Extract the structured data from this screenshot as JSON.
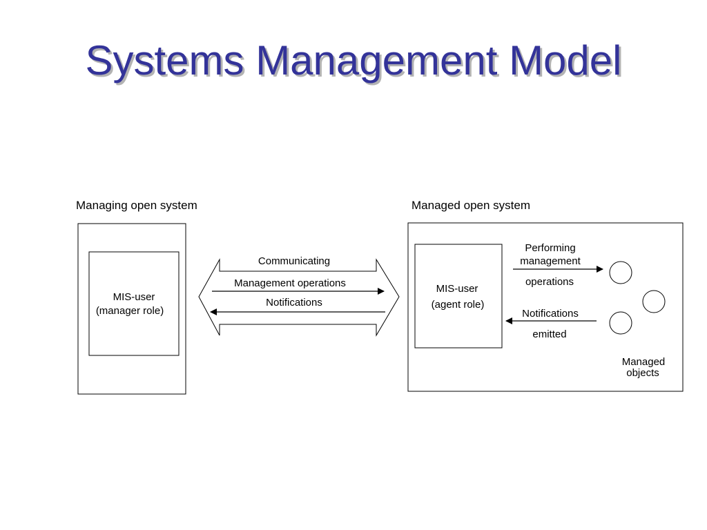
{
  "title": "Systems Management Model",
  "managing_system": {
    "label": "Managing open system",
    "mis_user": {
      "line1": "MIS-user",
      "line2": "(manager role)"
    }
  },
  "managed_system": {
    "label": "Managed open system",
    "mis_user": {
      "line1": "MIS-user",
      "line2": "(agent role)"
    },
    "performing": {
      "line1": "Performing",
      "line2": "management",
      "line3": "operations"
    },
    "notifications": {
      "line1": "Notifications",
      "line2": "emitted"
    },
    "objects_label": {
      "line1": "Managed",
      "line2": "objects"
    }
  },
  "channel": {
    "communicating": "Communicating",
    "management_operations": "Management operations",
    "notifications": "Notifications"
  },
  "colors": {
    "title": "#333399",
    "title_shadow": "#b3b3b3",
    "stroke": "#000000"
  }
}
